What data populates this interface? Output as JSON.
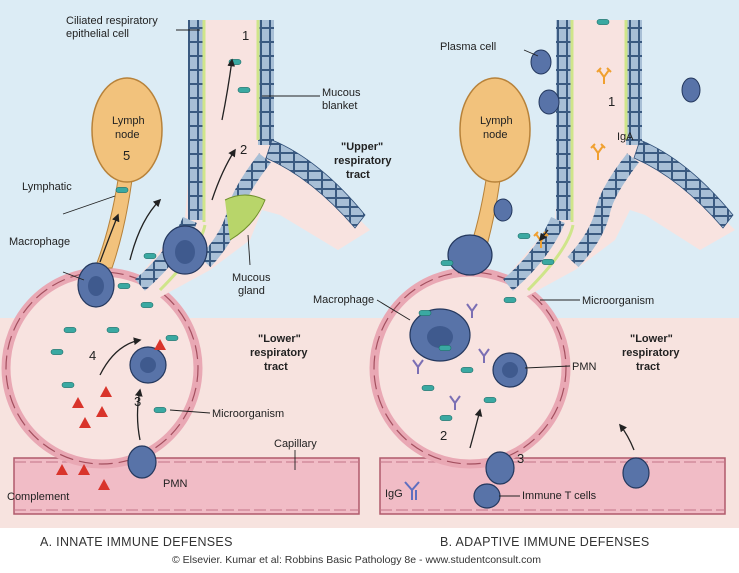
{
  "labels": {
    "ciliated_line1": "Ciliated respiratory",
    "ciliated_line2": "epithelial cell",
    "mucous_blanket_line1": "Mucous",
    "mucous_blanket_line2": "blanket",
    "lymph_node_a_line1": "Lymph",
    "lymph_node_a_line2": "node",
    "lymph_node_a_num": "5",
    "lymphatic": "Lymphatic",
    "macrophage_a": "Macrophage",
    "mucous_gland_line1": "Mucous",
    "mucous_gland_line2": "gland",
    "upper_line1": "\"Upper\"",
    "upper_line2": "respiratory",
    "upper_line3": "tract",
    "lower_a_line1": "\"Lower\"",
    "lower_a_line2": "respiratory",
    "lower_a_line3": "tract",
    "microorganism_a": "Microorganism",
    "capillary": "Capillary",
    "complement": "Complement",
    "pmn_a": "PMN",
    "num_a1": "1",
    "num_a2": "2",
    "num_a3": "3",
    "num_a4": "4",
    "plasma_cell": "Plasma cell",
    "lymph_node_b_line1": "Lymph",
    "lymph_node_b_line2": "node",
    "iga": "IgA",
    "num_b1": "1",
    "num_b2": "2",
    "num_b3": "3",
    "macrophage_b": "Macrophage",
    "microorganism_b": "Microorganism",
    "pmn_b": "PMN",
    "lower_b_line1": "\"Lower\"",
    "lower_b_line2": "respiratory",
    "lower_b_line3": "tract",
    "igg": "IgG",
    "immune_t_cells": "Immune T cells"
  },
  "captions": {
    "panel_a": "A.  INNATE IMMUNE DEFENSES",
    "panel_b": "B.  ADAPTIVE IMMUNE DEFENSES",
    "copyright": "© Elsevier. Kumar et al: Robbins Basic Pathology 8e - www.studentconsult.com"
  },
  "colors": {
    "upper_bg": "#dcecf5",
    "lower_bg": "#f7e3df",
    "airway_fill": "#f8e3e0",
    "epithelium": "#9fb6cf",
    "mucus": "#cfe58a",
    "lymph_node": "#f2c27c",
    "alveolus_wall": "#e9a8b4",
    "capillary": "#f1bcc6",
    "cell": "#5873a8",
    "microbe": "#3aa9a2",
    "complement": "#d9342b",
    "iga": "#f0a030",
    "igg": "#7b6fb4"
  }
}
